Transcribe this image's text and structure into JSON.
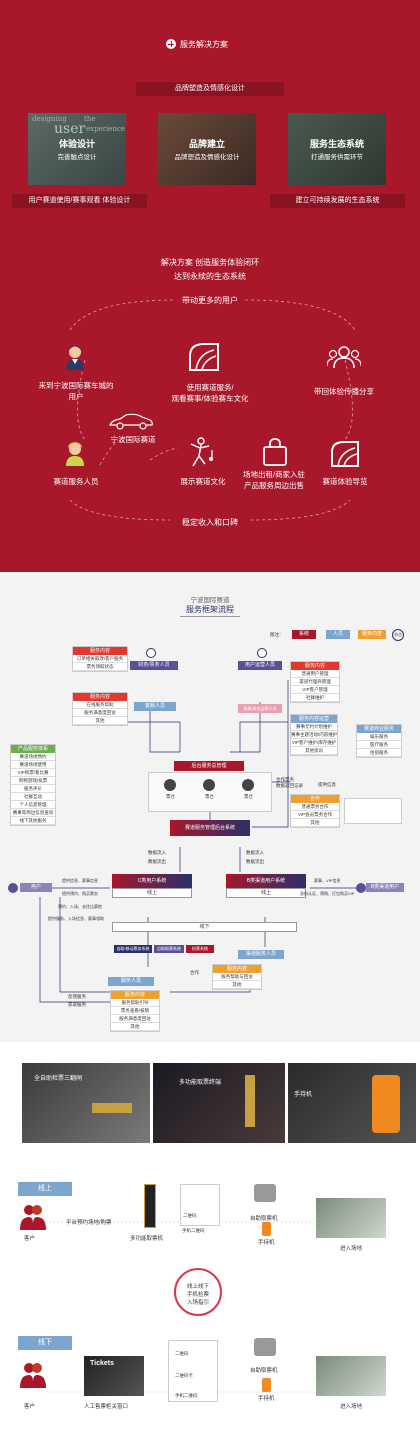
{
  "section1": {
    "title": "服务解决方案",
    "brand_pill": "品牌塑造及情感化设计",
    "cards": [
      {
        "title": "体验设计",
        "subtitle": "完善触点设计"
      },
      {
        "title": "品牌建立",
        "subtitle": "品牌塑造及情感化设计"
      },
      {
        "title": "服务生态系统",
        "subtitle": "打通服务供需环节"
      }
    ],
    "card1_bg_text": [
      "designing",
      "the",
      "user",
      "experience"
    ],
    "pill_left": "用户赛道使用/赛事观看   体验设计",
    "pill_right": "建立可持续发展的生态系统",
    "solution_line1": "解决方案 创造服务体验闭环",
    "solution_line2": "达到永续的生态系统",
    "top_label": "带动更多的用户",
    "bottom_label": "稳定收入和口碑",
    "nodes": [
      {
        "label": "来到宁波国际赛车城的\n用户",
        "icon": "user-avatar-icon"
      },
      {
        "label": "使用赛道服务/\n观看赛事/体验赛车文化",
        "icon": "track-icon"
      },
      {
        "label": "带回体验传播分享",
        "icon": "people-share-icon"
      },
      {
        "label": "宁波国际赛道",
        "icon": "race-car-icon"
      },
      {
        "label": "赛道服务人员",
        "icon": "staff-avatar-icon"
      },
      {
        "label": "展示赛道文化",
        "icon": "dancer-icon"
      },
      {
        "label": "场地出租/商家入驻\n产品服务周边出售",
        "icon": "shopping-bag-icon"
      },
      {
        "label": "赛道体验导览",
        "icon": "track-guide-icon"
      }
    ],
    "colors": {
      "red": "#a9172b",
      "dark_red": "#8a1322"
    }
  },
  "section2": {
    "title_small": "宁波国际赛道",
    "title": "服务框架流程",
    "legend_label": "图注：",
    "legend": [
      "系统",
      "人员",
      "服务内容"
    ],
    "legend_badge": "节点",
    "service_content_left": {
      "header": "服务内容",
      "rows": [
        "订单相关取改/客户服务",
        "票务领取状态"
      ]
    },
    "finance_staff": "财务/票务人员",
    "customer_staff": "客服人员",
    "service_content_left2": {
      "header": "服务内容",
      "rows": [
        "在线服务帮助",
        "服务满意度回访",
        "其他"
      ]
    },
    "product_service_system": {
      "header": "产品服务体系",
      "rows": [
        "赛道场地预约",
        "赛道场地使用",
        "VIP购票/看比赛",
        "购物游戏/投票",
        "服务评价",
        "社群互动",
        "个人信息管理",
        "赛事等周边信息查询",
        "线下其他服务"
      ]
    },
    "ops_staff": "用户运营人员",
    "service_content_right": {
      "header": "服务内容",
      "rows": [
        "普通用户管理",
        "渠道代理商管理",
        "VIP客户管理",
        "社群维护"
      ]
    },
    "ops_right": {
      "header": "服务内容运营",
      "rows": [
        "赛事元约计划维护",
        "赛事主题活动/内容维护",
        "VIP客户维护/库存维护",
        "其他资讯"
      ]
    },
    "biz_label": "赛事/商业运营人员",
    "right_services": {
      "header": "赛道商业服务",
      "rows": [
        "娱乐服务",
        "医疗服务",
        "住宿服务"
      ]
    },
    "coop": {
      "header": "合作",
      "rows": [
        "普通票务合作",
        "VIP会员票务合作",
        "其他"
      ]
    },
    "coop_note1": "合作票务",
    "coop_note2": "数据返回记录",
    "provide_info": "提供信息",
    "backend_title": "后台服务总管理",
    "backend_items": [
      "票仓",
      "票仓",
      "票仓"
    ],
    "ops_system": "赛道服务管理后台系统",
    "data_in": "数据流入",
    "data_out": "数据流出",
    "user": "用户",
    "c_system": "C类用户系统",
    "b_system": "B类渠道用户系统",
    "b_user": "B类渠道用户",
    "online": "线上",
    "offline": "线下",
    "left_notes": [
      "提供信息、赛事信息",
      "提供预约、购买票务",
      "预约、入场、去往比赛地",
      "提供服务、入场信息、赛事领取"
    ],
    "right_notes": [
      "赛事、VIP信息",
      "身份认证、预购、打包购买VIP"
    ],
    "bottom_bars": [
      "自助/移动票务系统",
      "自助取票系统",
      "检票系统"
    ],
    "channel_staff": "渠道服务人员",
    "channel_content": {
      "header": "服务内容",
      "rows": [
        "服务帮助与回访",
        "其他"
      ]
    },
    "staff": "服务人员",
    "staff_content": {
      "header": "服务内容",
      "rows": [
        "服务帮助引导",
        "票务查看/核销",
        "服务满意度回访",
        "其他"
      ]
    },
    "feedback": "反馈服务",
    "get_service": "获取服务",
    "coop_label": "合作",
    "colors": {
      "red": "#e3382f",
      "navy": "#2a2f6b",
      "purple": "#5b4f9a",
      "blue": "#7da6cf",
      "orange": "#f0a030"
    }
  },
  "section3": {
    "photos": [
      {
        "caption": "全自助检票三翻闸"
      },
      {
        "caption": "多功能取票终端"
      },
      {
        "caption": "手持机"
      }
    ]
  },
  "section4": {
    "online_tag": "线上",
    "offline_tag": "线下",
    "online_flow": [
      "客户",
      "平台预约场地/购票",
      "多功能取票机",
      "二维码",
      "手机二维码",
      "自助取票机",
      "手持机",
      "进入场地"
    ],
    "circle_text": [
      "线上线下",
      "手机检票",
      "入场指引"
    ],
    "offline_flow": [
      "客户",
      "人工售票柜关窗口",
      "二维码",
      "二维码卡",
      "手机二维码",
      "自助取票机",
      "手持机",
      "进入场地"
    ],
    "tickets_sign": "Tickets"
  }
}
